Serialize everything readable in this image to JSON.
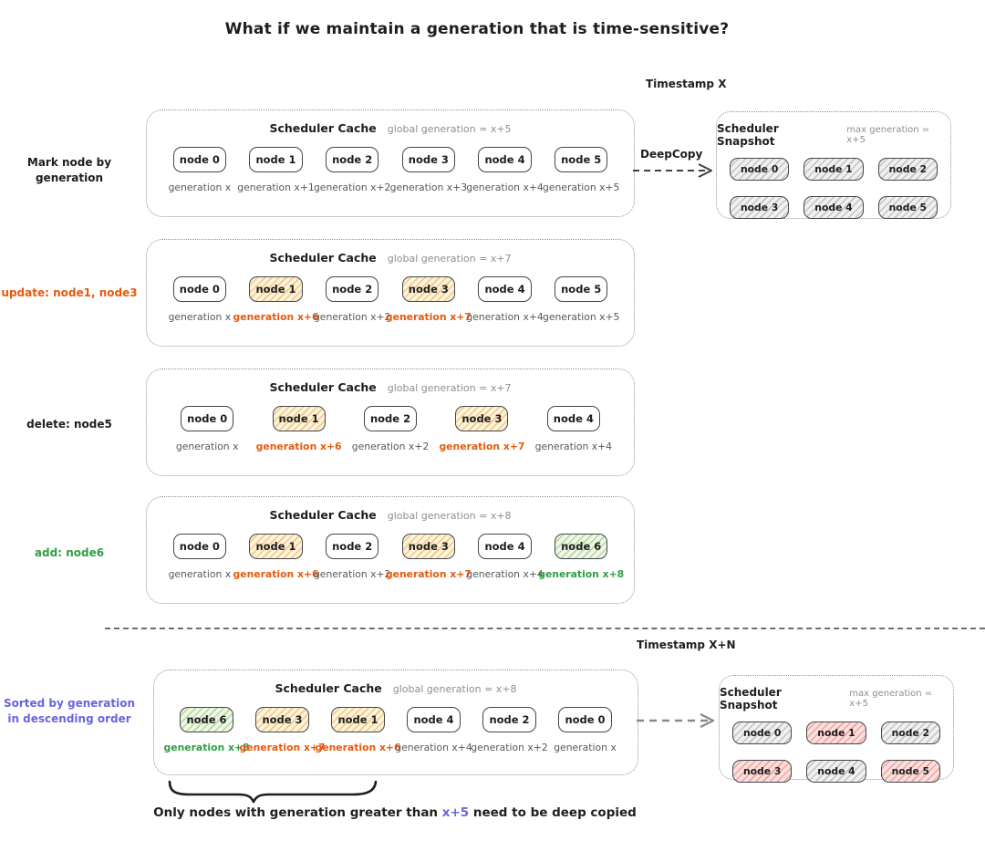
{
  "title": "What if we maintain a generation that is time-sensitive?",
  "timestamps": {
    "top": "Timestamp X",
    "bottom": "Timestamp X+N"
  },
  "deepcopy_label": "DeepCopy",
  "colors": {
    "orange": "#e8590c",
    "green": "#2f9e44",
    "violet": "#6965db",
    "gray_text": "#55595e",
    "box_border": "#949494"
  },
  "rows": [
    {
      "label": "Mark node by generation",
      "label_style": "black",
      "cache": {
        "title": "Scheduler Cache",
        "subtitle": "global generation = x+5",
        "nodes": [
          {
            "name": "node 0",
            "gen": "generation x",
            "style": "white",
            "gen_color": "default"
          },
          {
            "name": "node 1",
            "gen": "generation x+1",
            "style": "white",
            "gen_color": "default"
          },
          {
            "name": "node 2",
            "gen": "generation x+2",
            "style": "white",
            "gen_color": "default"
          },
          {
            "name": "node 3",
            "gen": "generation x+3",
            "style": "white",
            "gen_color": "default"
          },
          {
            "name": "node 4",
            "gen": "generation x+4",
            "style": "white",
            "gen_color": "default"
          },
          {
            "name": "node 5",
            "gen": "generation x+5",
            "style": "white",
            "gen_color": "default"
          }
        ]
      }
    },
    {
      "label": "update: node1, node3",
      "label_style": "orange",
      "cache": {
        "title": "Scheduler Cache",
        "subtitle": "global generation = x+7",
        "nodes": [
          {
            "name": "node 0",
            "gen": "generation x",
            "style": "white",
            "gen_color": "default"
          },
          {
            "name": "node 1",
            "gen": "generation x+6",
            "style": "orange",
            "gen_color": "orange"
          },
          {
            "name": "node 2",
            "gen": "generation x+2",
            "style": "white",
            "gen_color": "default"
          },
          {
            "name": "node 3",
            "gen": "generation x+7",
            "style": "orange",
            "gen_color": "orange"
          },
          {
            "name": "node 4",
            "gen": "generation x+4",
            "style": "white",
            "gen_color": "default"
          },
          {
            "name": "node 5",
            "gen": "generation x+5",
            "style": "white",
            "gen_color": "default"
          }
        ]
      }
    },
    {
      "label": "delete: node5",
      "label_style": "black",
      "cache": {
        "title": "Scheduler Cache",
        "subtitle": "global generation = x+7",
        "nodes": [
          {
            "name": "node 0",
            "gen": "generation x",
            "style": "white",
            "gen_color": "default"
          },
          {
            "name": "node 1",
            "gen": "generation x+6",
            "style": "orange",
            "gen_color": "orange"
          },
          {
            "name": "node 2",
            "gen": "generation x+2",
            "style": "white",
            "gen_color": "default"
          },
          {
            "name": "node 3",
            "gen": "generation x+7",
            "style": "orange",
            "gen_color": "orange"
          },
          {
            "name": "node 4",
            "gen": "generation x+4",
            "style": "white",
            "gen_color": "default"
          }
        ]
      }
    },
    {
      "label": "add: node6",
      "label_style": "green",
      "cache": {
        "title": "Scheduler Cache",
        "subtitle": "global generation = x+8",
        "nodes": [
          {
            "name": "node 0",
            "gen": "generation x",
            "style": "white",
            "gen_color": "default"
          },
          {
            "name": "node 1",
            "gen": "generation x+6",
            "style": "orange",
            "gen_color": "orange"
          },
          {
            "name": "node 2",
            "gen": "generation x+2",
            "style": "white",
            "gen_color": "default"
          },
          {
            "name": "node 3",
            "gen": "generation x+7",
            "style": "orange",
            "gen_color": "orange"
          },
          {
            "name": "node 4",
            "gen": "generation x+4",
            "style": "white",
            "gen_color": "default"
          },
          {
            "name": "node 6",
            "gen": "generation x+8",
            "style": "green",
            "gen_color": "green"
          }
        ]
      }
    },
    {
      "label": "Sorted by generation\nin descending order",
      "label_style": "violet",
      "cache": {
        "title": "Scheduler Cache",
        "subtitle": "global generation = x+8",
        "nodes": [
          {
            "name": "node 6",
            "gen": "generation x+8",
            "style": "green",
            "gen_color": "green"
          },
          {
            "name": "node 3",
            "gen": "generation x+7",
            "style": "orange",
            "gen_color": "orange"
          },
          {
            "name": "node 1",
            "gen": "generation x+6",
            "style": "orange",
            "gen_color": "orange"
          },
          {
            "name": "node 4",
            "gen": "generation x+4",
            "style": "white",
            "gen_color": "default"
          },
          {
            "name": "node 2",
            "gen": "generation x+2",
            "style": "white",
            "gen_color": "default"
          },
          {
            "name": "node 0",
            "gen": "generation x",
            "style": "white",
            "gen_color": "default"
          }
        ]
      }
    }
  ],
  "snapshots": [
    {
      "title": "Scheduler Snapshot",
      "subtitle": "max generation = x+5",
      "nodes": [
        {
          "name": "node 0",
          "style": "gray"
        },
        {
          "name": "node 1",
          "style": "gray"
        },
        {
          "name": "node 2",
          "style": "gray"
        },
        {
          "name": "node 3",
          "style": "gray"
        },
        {
          "name": "node 4",
          "style": "gray"
        },
        {
          "name": "node 5",
          "style": "gray"
        }
      ]
    },
    {
      "title": "Scheduler Snapshot",
      "subtitle": "max generation = x+5",
      "nodes": [
        {
          "name": "node 0",
          "style": "gray"
        },
        {
          "name": "node 1",
          "style": "pink"
        },
        {
          "name": "node 2",
          "style": "gray"
        },
        {
          "name": "node 3",
          "style": "pink"
        },
        {
          "name": "node 4",
          "style": "gray"
        },
        {
          "name": "node 5",
          "style": "pink"
        }
      ]
    }
  ],
  "footer": {
    "pre": "Only nodes with generation greater than ",
    "highlight": "x+5",
    "post": " need to be deep copied"
  }
}
